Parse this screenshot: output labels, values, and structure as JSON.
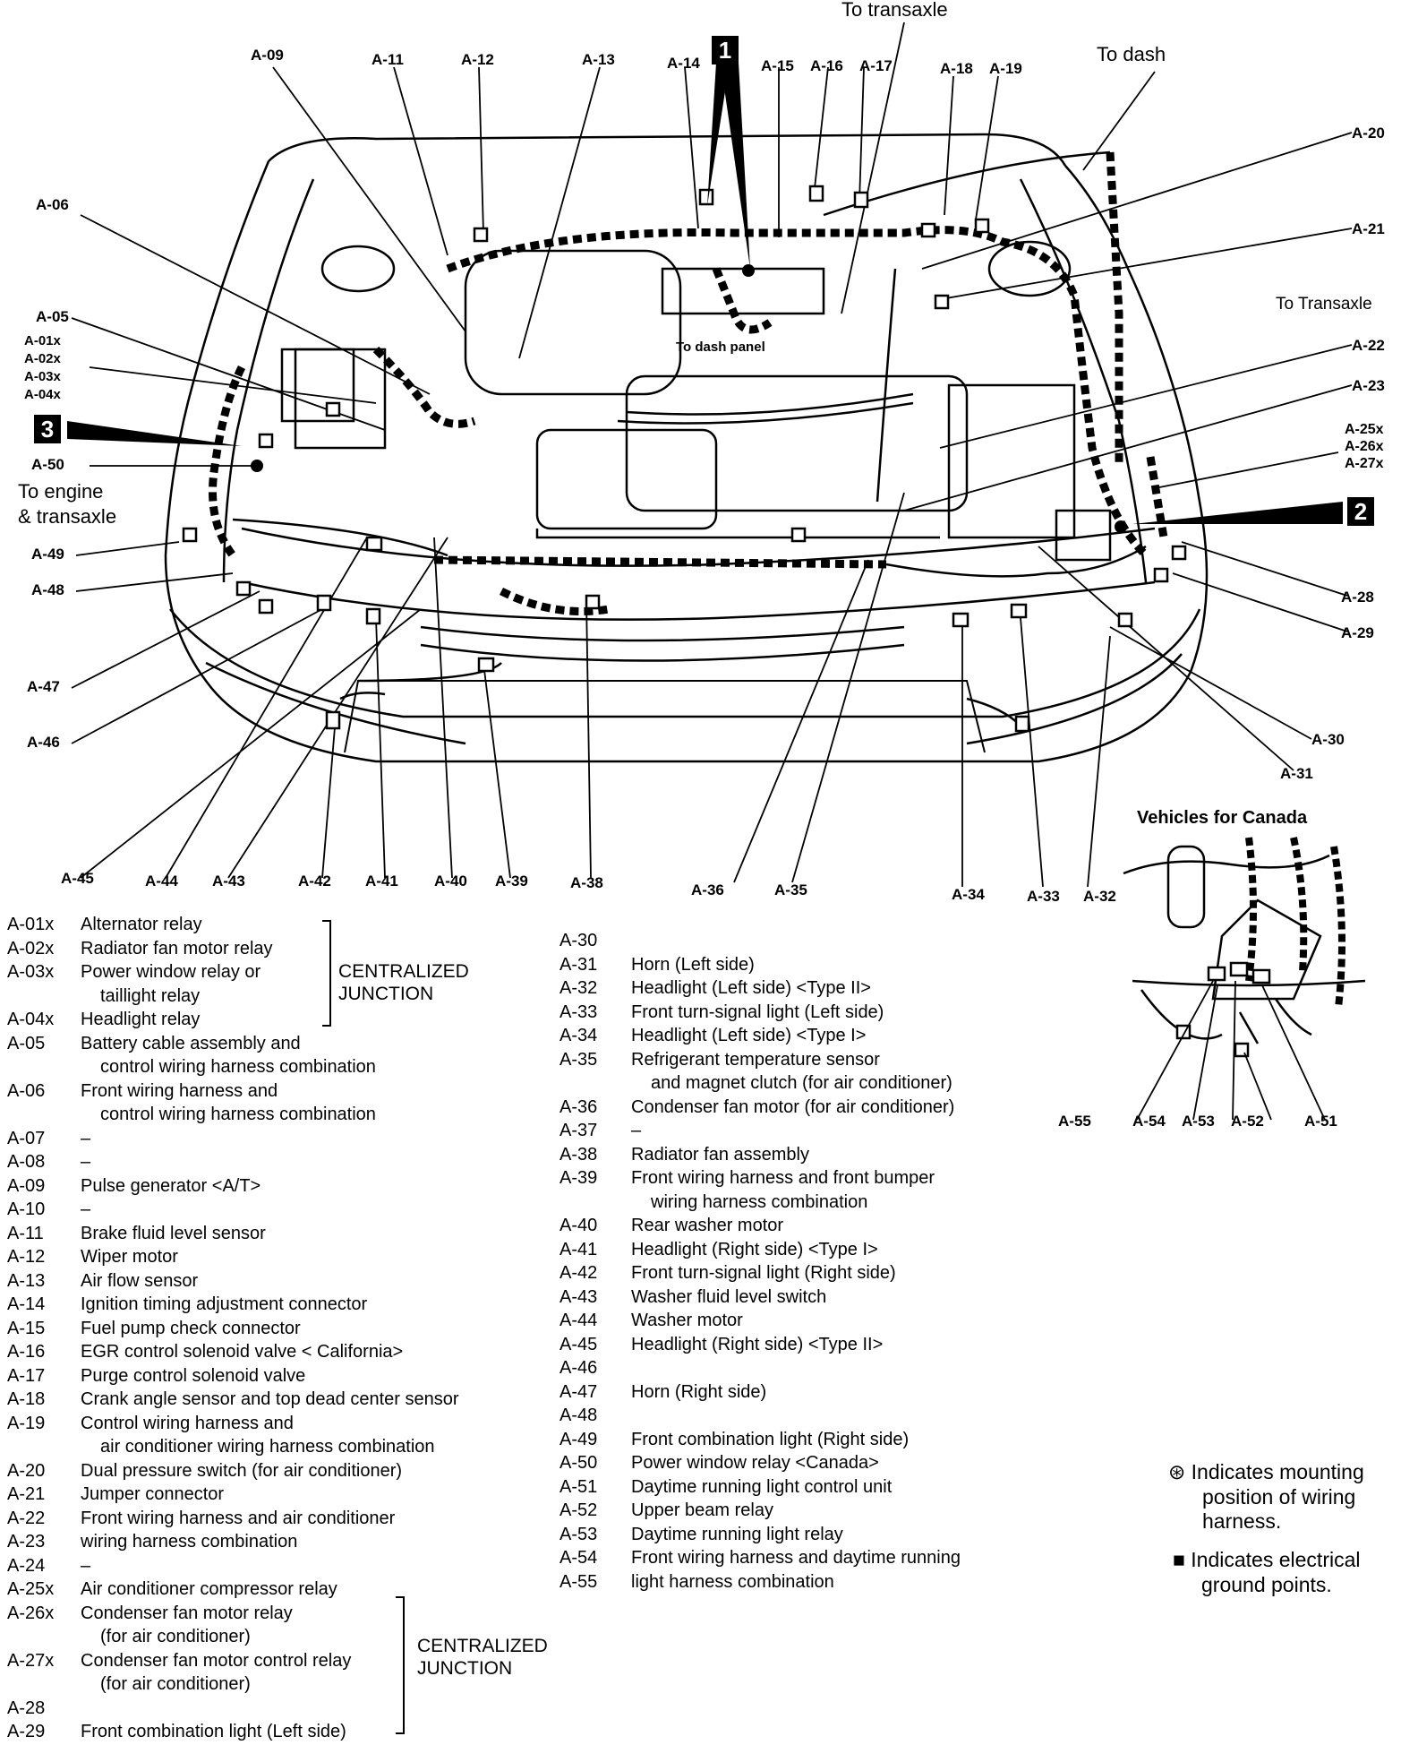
{
  "callouts": {
    "to_transaxle_top": "To transaxle",
    "to_dash": "To dash",
    "to_transaxle_right": "To Transaxle",
    "to_dash_panel": "To dash panel",
    "to_engine": "To engine",
    "and_transaxle": "& transaxle",
    "canada_title": "Vehicles for Canada",
    "ground1": "1",
    "ground2": "2",
    "ground3": "3"
  },
  "diagram_labels": {
    "a09": "A-09",
    "a11": "A-11",
    "a12": "A-12",
    "a13": "A-13",
    "a14": "A-14",
    "a15": "A-15",
    "a16": "A-16",
    "a17": "A-17",
    "a18": "A-18",
    "a19": "A-19",
    "a20": "A-20",
    "a21": "A-21",
    "a22": "A-22",
    "a23": "A-23",
    "a25x": "A-25x",
    "a26x": "A-26x",
    "a27x": "A-27x",
    "a28": "A-28",
    "a29": "A-29",
    "a30": "A-30",
    "a31": "A-31",
    "a06": "A-06",
    "a05": "A-05",
    "a01x": "A-01x",
    "a02x": "A-02x",
    "a03x": "A-03x",
    "a04x": "A-04x",
    "a50": "A-50",
    "a49": "A-49",
    "a48": "A-48",
    "a47": "A-47",
    "a46": "A-46",
    "a45": "A-45",
    "a44": "A-44",
    "a43": "A-43",
    "a42": "A-42",
    "a41": "A-41",
    "a40": "A-40",
    "a39": "A-39",
    "a38": "A-38",
    "a36": "A-36",
    "a35": "A-35",
    "a34": "A-34",
    "a33": "A-33",
    "a32": "A-32",
    "a55": "A-55",
    "a54": "A-54",
    "a53": "A-53",
    "a52": "A-52",
    "a51": "A-51"
  },
  "legend_left": [
    {
      "code": "A-01x",
      "text": "Alternator relay"
    },
    {
      "code": "A-02x",
      "text": "Radiator fan motor relay"
    },
    {
      "code": "A-03x",
      "text": "Power window relay or"
    },
    {
      "code": "",
      "text": "taillight relay"
    },
    {
      "code": "A-04x",
      "text": "Headlight relay"
    },
    {
      "code": "A-05",
      "text": "Battery cable assembly and"
    },
    {
      "code": "",
      "text": "control wiring harness combination"
    },
    {
      "code": "A-06",
      "text": "Front wiring harness and"
    },
    {
      "code": "",
      "text": "control wiring harness combination"
    },
    {
      "code": "A-07",
      "text": "–"
    },
    {
      "code": "A-08",
      "text": "–"
    },
    {
      "code": "A-09",
      "text": "Pulse generator <A/T>"
    },
    {
      "code": "A-10",
      "text": "–"
    },
    {
      "code": "A-11",
      "text": "Brake fluid level sensor"
    },
    {
      "code": "A-12",
      "text": "Wiper motor"
    },
    {
      "code": "A-13",
      "text": "Air flow sensor"
    },
    {
      "code": "A-14",
      "text": "Ignition timing adjustment connector"
    },
    {
      "code": "A-15",
      "text": "Fuel pump check connector"
    },
    {
      "code": "A-16",
      "text": "EGR control solenoid valve < California>"
    },
    {
      "code": "A-17",
      "text": "Purge control solenoid valve"
    },
    {
      "code": "A-18",
      "text": "Crank angle sensor and top dead center sensor"
    },
    {
      "code": "A-19",
      "text": "Control wiring harness and"
    },
    {
      "code": "",
      "text": "air conditioner wiring harness combination"
    },
    {
      "code": "A-20",
      "text": "Dual pressure switch (for air conditioner)"
    },
    {
      "code": "A-21",
      "text": "Jumper connector"
    },
    {
      "code": "A-22",
      "text": "Front wiring harness and air conditioner"
    },
    {
      "code": "A-23",
      "text": "wiring harness combination"
    },
    {
      "code": "A-24",
      "text": "–"
    },
    {
      "code": "A-25x",
      "text": "Air conditioner compressor relay"
    },
    {
      "code": "A-26x",
      "text": "Condenser fan motor relay"
    },
    {
      "code": "",
      "text": "(for air conditioner)"
    },
    {
      "code": "A-27x",
      "text": "Condenser fan motor control relay"
    },
    {
      "code": "",
      "text": "(for air conditioner)"
    },
    {
      "code": "A-28",
      "text": ""
    },
    {
      "code": "A-29",
      "text": "Front combination light (Left side)"
    }
  ],
  "legend_right": [
    {
      "code": "A-30",
      "text": ""
    },
    {
      "code": "A-31",
      "text": "Horn (Left side)"
    },
    {
      "code": "A-32",
      "text": "Headlight (Left side) <Type II>"
    },
    {
      "code": "A-33",
      "text": "Front turn-signal light (Left side)"
    },
    {
      "code": "A-34",
      "text": "Headlight (Left side) <Type I>"
    },
    {
      "code": "A-35",
      "text": "Refrigerant temperature sensor"
    },
    {
      "code": "",
      "text": "and magnet clutch (for air conditioner)"
    },
    {
      "code": "A-36",
      "text": "Condenser fan motor (for air conditioner)"
    },
    {
      "code": "A-37",
      "text": "–"
    },
    {
      "code": "A-38",
      "text": "Radiator fan assembly"
    },
    {
      "code": "A-39",
      "text": "Front wiring harness and front bumper"
    },
    {
      "code": "",
      "text": "wiring harness combination"
    },
    {
      "code": "A-40",
      "text": "Rear washer motor"
    },
    {
      "code": "A-41",
      "text": "Headlight (Right side) <Type I>"
    },
    {
      "code": "A-42",
      "text": "Front turn-signal light (Right side)"
    },
    {
      "code": "A-43",
      "text": "Washer fluid level switch"
    },
    {
      "code": "A-44",
      "text": "Washer motor"
    },
    {
      "code": "A-45",
      "text": "Headlight (Right side) <Type II>"
    },
    {
      "code": "A-46",
      "text": ""
    },
    {
      "code": "A-47",
      "text": "Horn (Right side)"
    },
    {
      "code": "A-48",
      "text": ""
    },
    {
      "code": "A-49",
      "text": "Front combination light (Right side)"
    },
    {
      "code": "A-50",
      "text": "Power window relay <Canada>"
    },
    {
      "code": "A-51",
      "text": "Daytime running light control unit"
    },
    {
      "code": "A-52",
      "text": "Upper beam relay"
    },
    {
      "code": "A-53",
      "text": "Daytime running light relay"
    },
    {
      "code": "A-54",
      "text": "Front wiring harness and daytime running"
    },
    {
      "code": "A-55",
      "text": "light harness combination"
    }
  ],
  "centralized_junction": "CENTRALIZED\nJUNCTION",
  "cj_line1": "CENTRALIZED",
  "cj_line2": "JUNCTION",
  "notes": {
    "mount_symbol": "⊛",
    "mount_text_1": "Indicates mounting",
    "mount_text_2": "position of wiring",
    "mount_text_3": "harness.",
    "ground_symbol": "■",
    "ground_text_1": "Indicates electrical",
    "ground_text_2": "ground points."
  }
}
